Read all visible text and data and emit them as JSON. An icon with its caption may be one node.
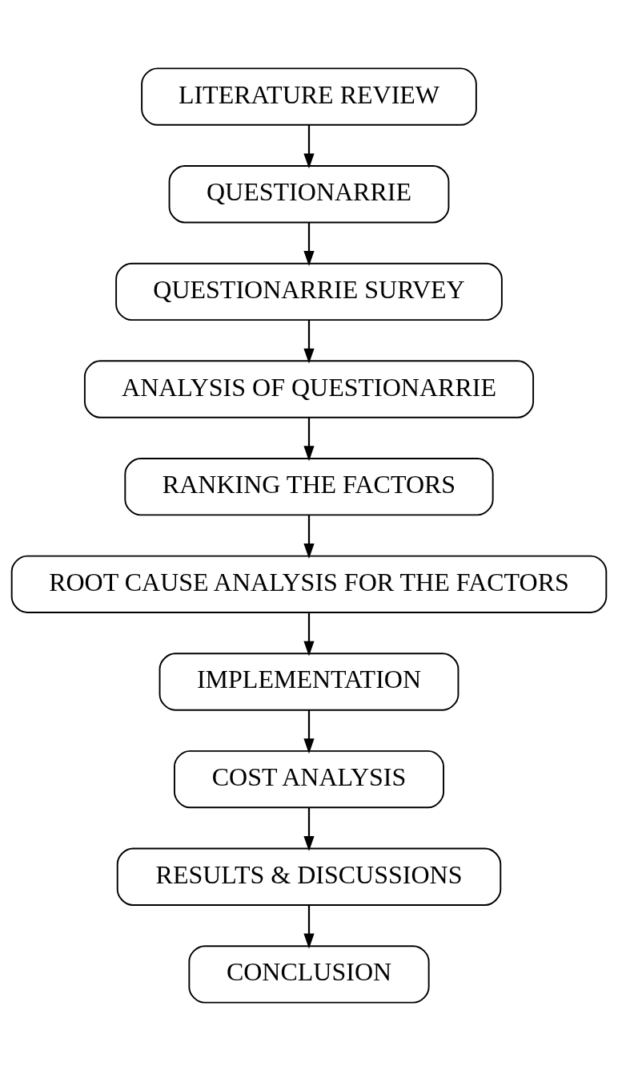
{
  "diagram": {
    "nodes": [
      {
        "text": [
          "LITERATURE REVIEW"
        ]
      },
      {
        "text": [
          "QUESTIONARRIE"
        ]
      },
      {
        "text": [
          "QUESTIONARRIE SURVEY"
        ]
      },
      {
        "text": [
          "ANALYSIS OF QUESTIONARRIE"
        ]
      },
      {
        "text": [
          "RANKING THE FACTORS"
        ]
      },
      {
        "text": [
          "ROOT CAUSE ANALYSIS FOR THE FACTORS"
        ]
      },
      {
        "text": [
          "IMPLEMENTATION"
        ]
      },
      {
        "text": [
          "COST ANALYSIS"
        ]
      },
      {
        "text": [
          "RESULTS & DISCUSSIONS"
        ]
      },
      {
        "text": [
          "CONCLUSION"
        ]
      }
    ],
    "edges": [
      {
        "from": 0,
        "to": 1,
        "arrow": "to"
      },
      {
        "from": 1,
        "to": 2,
        "arrow": "to"
      },
      {
        "from": 2,
        "to": 3,
        "arrow": "to"
      },
      {
        "from": 3,
        "to": 4,
        "arrow": "to"
      },
      {
        "from": 4,
        "to": 5,
        "arrow": "to"
      },
      {
        "from": 5,
        "to": 6,
        "arrow": "to"
      },
      {
        "from": 6,
        "to": 7,
        "arrow": "to"
      },
      {
        "from": 7,
        "to": 8,
        "arrow": "to"
      },
      {
        "from": 8,
        "to": 9,
        "arrow": "to"
      }
    ]
  }
}
